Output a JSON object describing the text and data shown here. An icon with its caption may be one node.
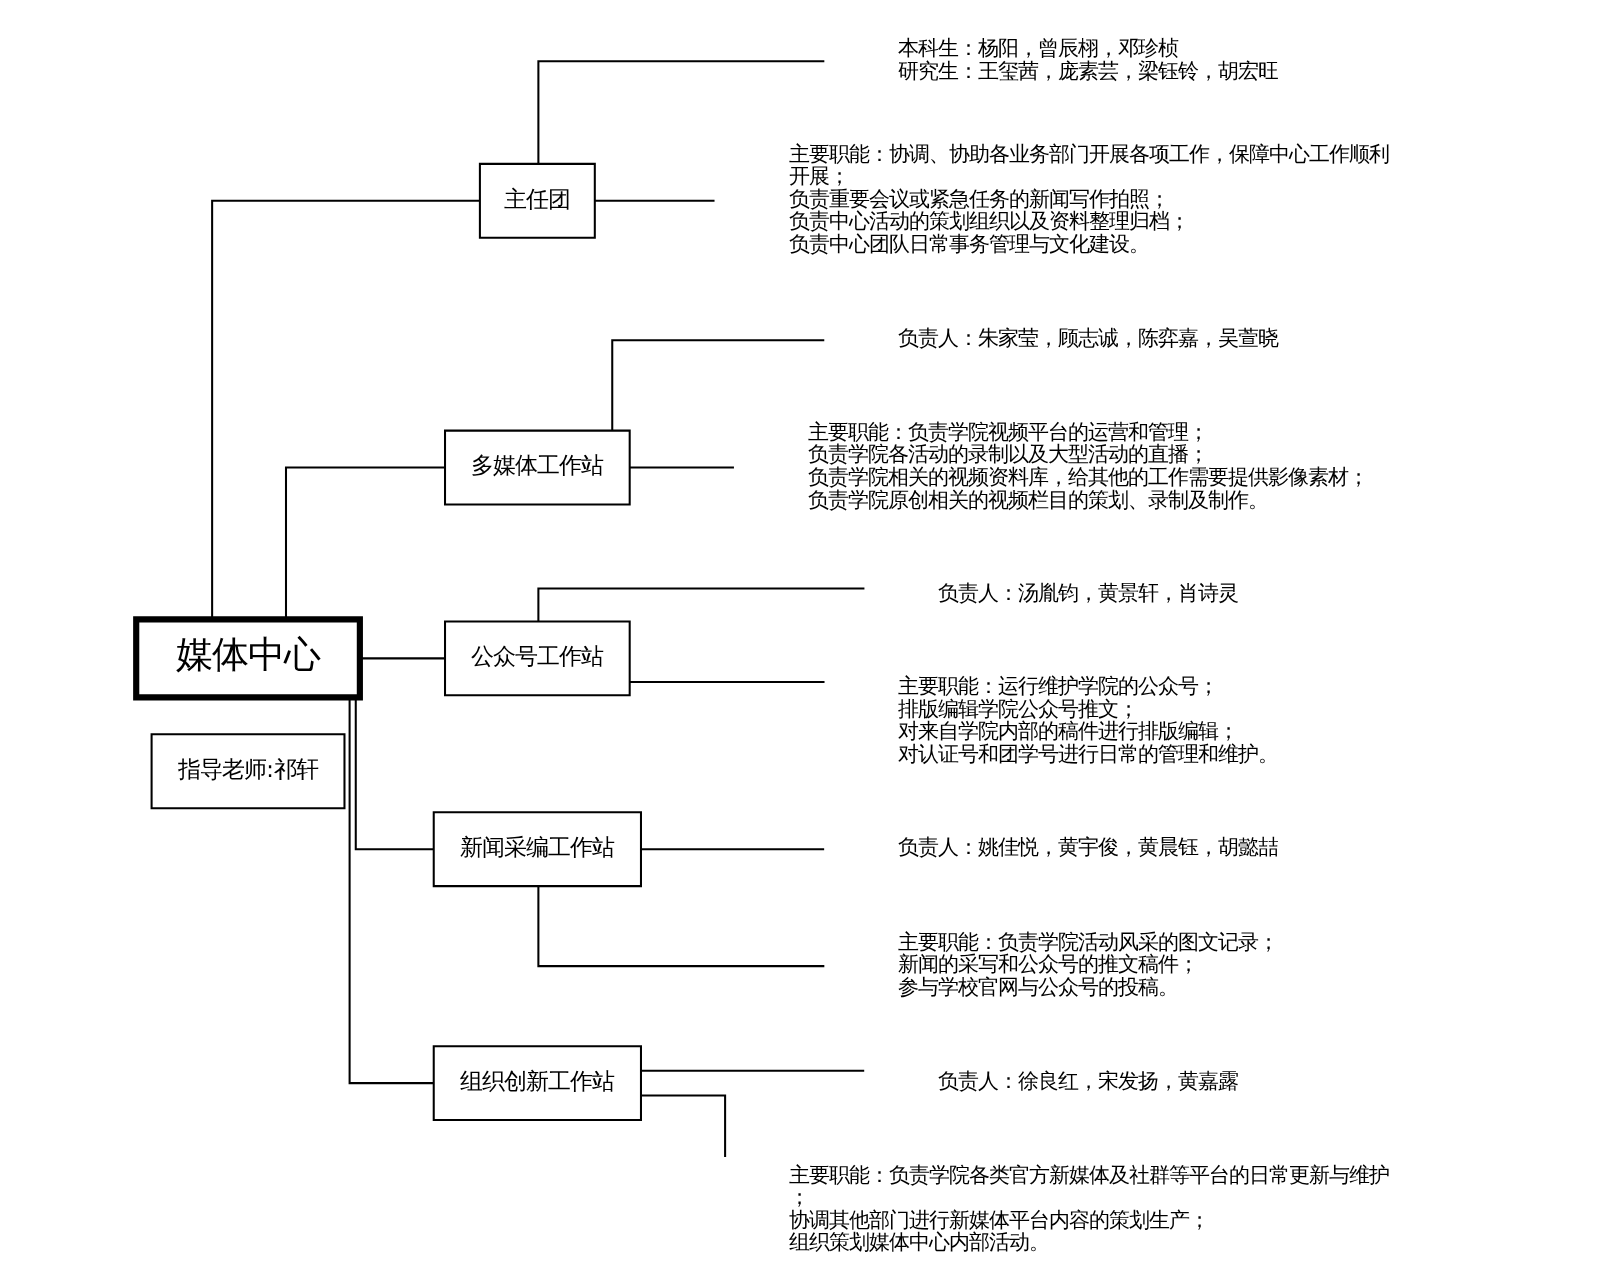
{
  "diagram": {
    "nodes": [
      {
        "text": [
          "媒体中心"
        ]
      },
      {
        "text": [
          "指导老师:祁轩"
        ]
      },
      {
        "text": [
          "主任团"
        ]
      },
      {
        "text": [
          "本科生：杨阳，曾辰栩，邓珍桢",
          "研究生：王玺茜，庞素芸，梁钰铃，胡宏旺"
        ]
      },
      {
        "text": [
          "主要职能：协调、协助各业务部门开展各项工作，保障中心工作顺利开展；负责重要会议或紧急任务的新闻写作拍照；负责中心活动的策划组织以及资料整理归档；负责中心团队日常事务管理与文化建设。"
        ]
      },
      {
        "text": [
          "多媒体工作站"
        ]
      },
      {
        "text": [
          "负责人：朱家莹，顾志诚，陈弈嘉，吴萱晓"
        ]
      },
      {
        "text": [
          "主要职能：负责学院视频平台的运营和管理；负责学院各活动的录制以及大型活动的直播；负责学院相关的视频资料库，给其他的工作需要提供影像素材；负责学院原创相关的视频栏目的策划、录制及制作。"
        ]
      },
      {
        "text": [
          "公众号工作站"
        ]
      },
      {
        "text": [
          "负责人：汤胤钧，黄景轩，肖诗灵"
        ]
      },
      {
        "text": [
          "主要职能：运行维护学院的公众号；排版编辑学院公众号推文；对来自学院内部的稿件进行排版编辑；对认证号和团学号进行日常的管理和维护。"
        ]
      },
      {
        "text": [
          "新闻采编工作站"
        ]
      },
      {
        "text": [
          "负责人：姚佳悦，黄宇俊，黄晨钰，胡懿喆"
        ]
      },
      {
        "text": [
          "主要职能：负责学院活动风采的图文记录；新闻的采写和公众号的推文稿件；参与学校官网与公众号的投稿。"
        ]
      },
      {
        "text": [
          "组织创新工作站"
        ]
      },
      {
        "text": [
          "负责人：徐良红，宋发扬，黄嘉露"
        ]
      },
      {
        "text": [
          "主要职能：负责学院各类官方新媒体及社群等平台的日常更新与维护；协调其他部门进行新媒体平台内容的策划生产；组织策划媒体中心内部活动。"
        ]
      }
    ],
    "edges": [
      {
        "from": 0,
        "to": 2,
        "arrow": "none"
      },
      {
        "from": 0,
        "to": 5,
        "arrow": "none"
      },
      {
        "from": 0,
        "to": 8,
        "arrow": "none"
      },
      {
        "from": 0,
        "to": 11,
        "arrow": "none"
      },
      {
        "from": 0,
        "to": 14,
        "arrow": "none"
      },
      {
        "from": 2,
        "to": 3,
        "arrow": "none"
      },
      {
        "from": 2,
        "to": 4,
        "arrow": "none"
      },
      {
        "from": 5,
        "to": 6,
        "arrow": "none"
      },
      {
        "from": 5,
        "to": 7,
        "arrow": "none"
      },
      {
        "from": 8,
        "to": 9,
        "arrow": "none"
      },
      {
        "from": 8,
        "to": 10,
        "arrow": "none"
      },
      {
        "from": 11,
        "to": 12,
        "arrow": "none"
      },
      {
        "from": 11,
        "to": 13,
        "arrow": "none"
      },
      {
        "from": 14,
        "to": 15,
        "arrow": "none"
      },
      {
        "from": 14,
        "to": 16,
        "arrow": "none"
      }
    ]
  }
}
